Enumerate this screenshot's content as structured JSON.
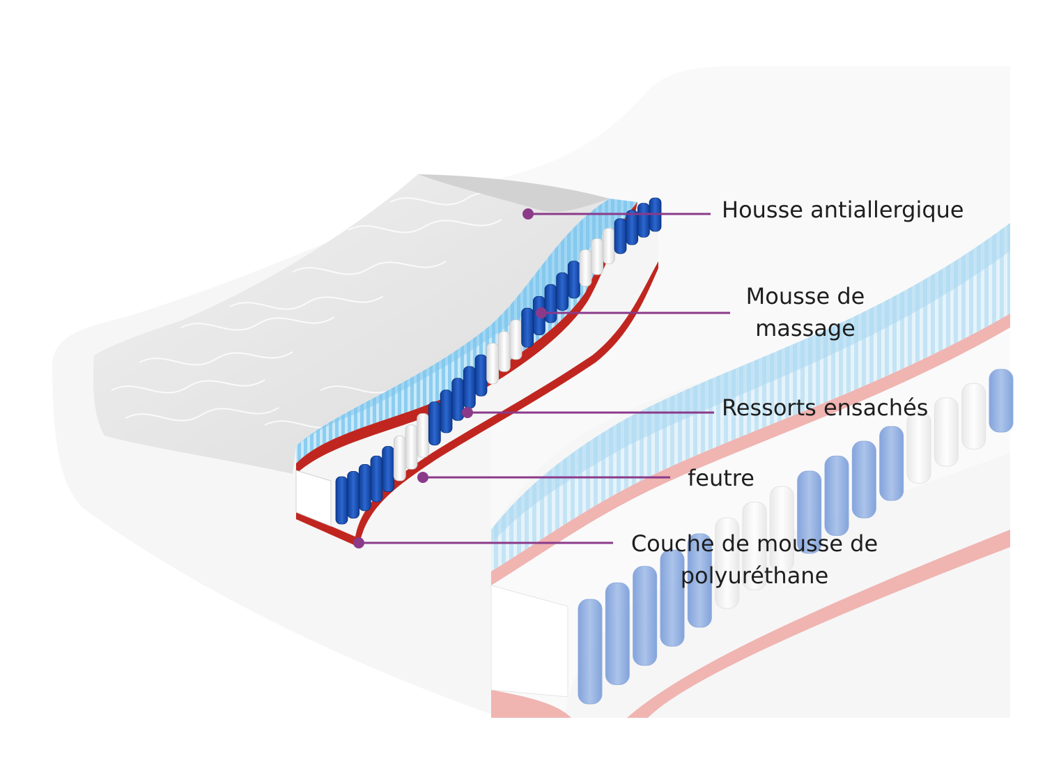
{
  "diagram": {
    "labels": [
      {
        "id": "housse",
        "lines": [
          "Housse antiallergique"
        ],
        "color": "#8b3a8a"
      },
      {
        "id": "mousse-massage",
        "lines": [
          "Mousse de",
          "massage"
        ],
        "color": "#8b3a8a"
      },
      {
        "id": "ressorts",
        "lines": [
          "Ressorts ensachés"
        ],
        "color": "#8b3a8a"
      },
      {
        "id": "feutre",
        "lines": [
          "feutre"
        ],
        "color": "#8b3a8a"
      },
      {
        "id": "couche-polyurethane",
        "lines": [
          "Couche de mousse de",
          "polyuréthane"
        ],
        "color": "#8b3a8a"
      }
    ]
  },
  "colors": {
    "leader_line": "#8b3a8a",
    "cover": "#e9e9e9",
    "massage_foam": "#7fc6ec",
    "felt": "#c0261f",
    "spring_blue": "#1f53b5",
    "spring_white": "#f4f4f4",
    "mattress_body": "#f3f3f3"
  },
  "icons": {
    "leader_dot": "callout-dot"
  }
}
